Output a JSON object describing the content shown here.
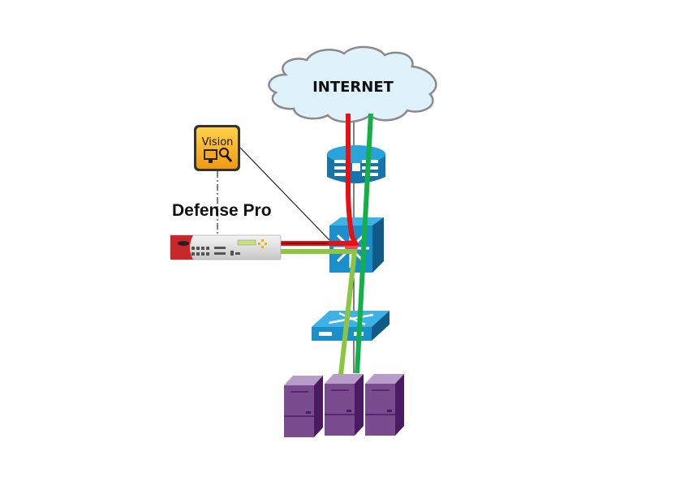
{
  "diagram": {
    "internet_label": "INTERNET",
    "defense_pro_label": "Defense Pro",
    "vision_label": "Vision",
    "colors": {
      "attack_traffic": "#e81010",
      "clean_traffic_dark": "#13b04a",
      "clean_traffic_light": "#8cc63f",
      "cloud_fill": "#dff1fb",
      "cisco_blue": "#1b8fc9",
      "server_purple": "#7a4b8f",
      "vision_orange": "#f5a623"
    },
    "nodes": [
      {
        "id": "internet",
        "type": "cloud",
        "label": "INTERNET"
      },
      {
        "id": "router",
        "type": "router"
      },
      {
        "id": "core-switch",
        "type": "multilayer-switch"
      },
      {
        "id": "access-switch",
        "type": "switch"
      },
      {
        "id": "defense-pro",
        "type": "appliance",
        "label": "Defense Pro"
      },
      {
        "id": "vision",
        "type": "management-console",
        "label": "Vision"
      },
      {
        "id": "server-1",
        "type": "server"
      },
      {
        "id": "server-2",
        "type": "server"
      },
      {
        "id": "server-3",
        "type": "server"
      }
    ]
  }
}
